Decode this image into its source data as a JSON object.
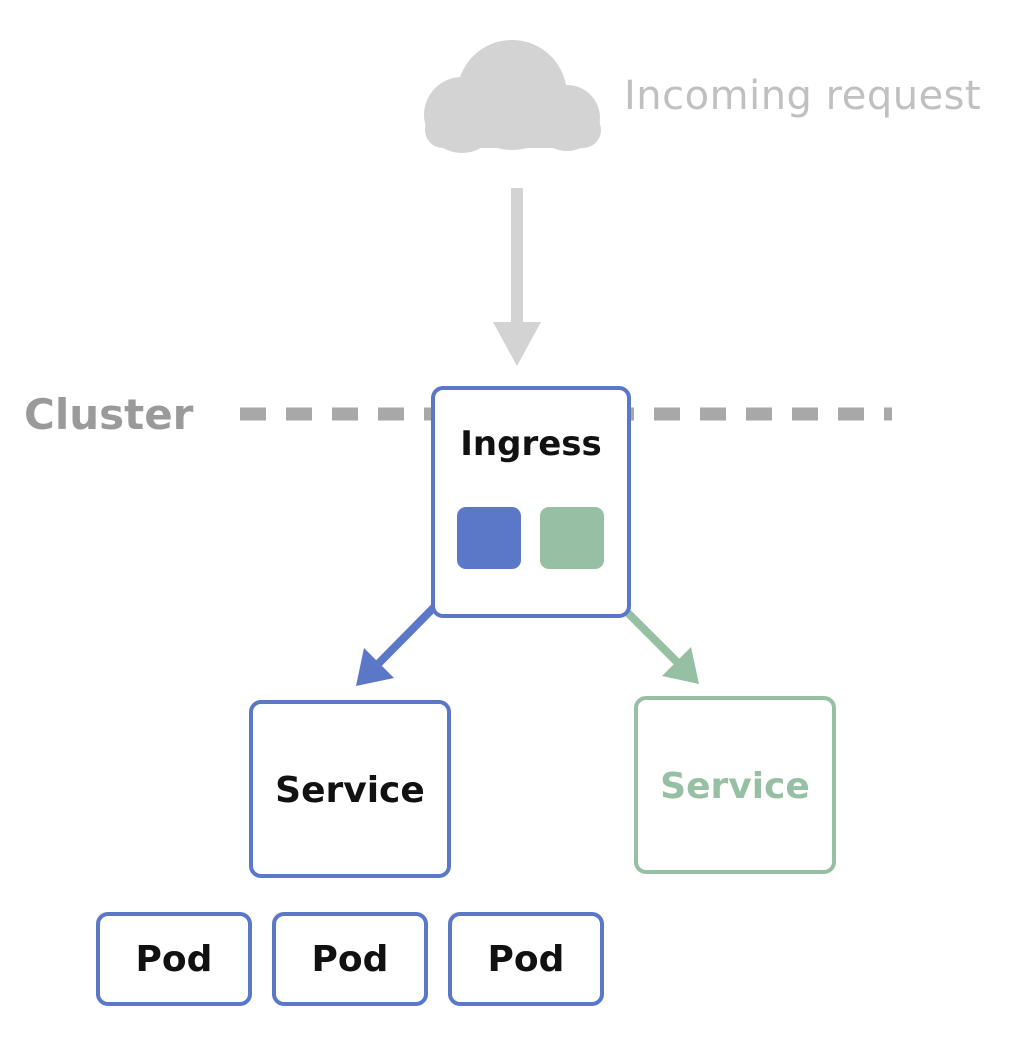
{
  "incoming": {
    "label": "Incoming request"
  },
  "cluster": {
    "label": "Cluster"
  },
  "ingress": {
    "label": "Ingress"
  },
  "services": [
    {
      "label": "Service"
    },
    {
      "label": "Service"
    }
  ],
  "pods": [
    {
      "label": "Pod"
    },
    {
      "label": "Pod"
    },
    {
      "label": "Pod"
    }
  ],
  "colors": {
    "blue": "#5a77c8",
    "green": "#97bfa3",
    "gray": "#d3d3d3",
    "gray_text": "#c0c0c0",
    "cluster_text": "#9a9a9a",
    "dash": "#a8a8a8",
    "text_dark": "#111111"
  },
  "icons": {
    "cloud": "cloud-icon"
  }
}
